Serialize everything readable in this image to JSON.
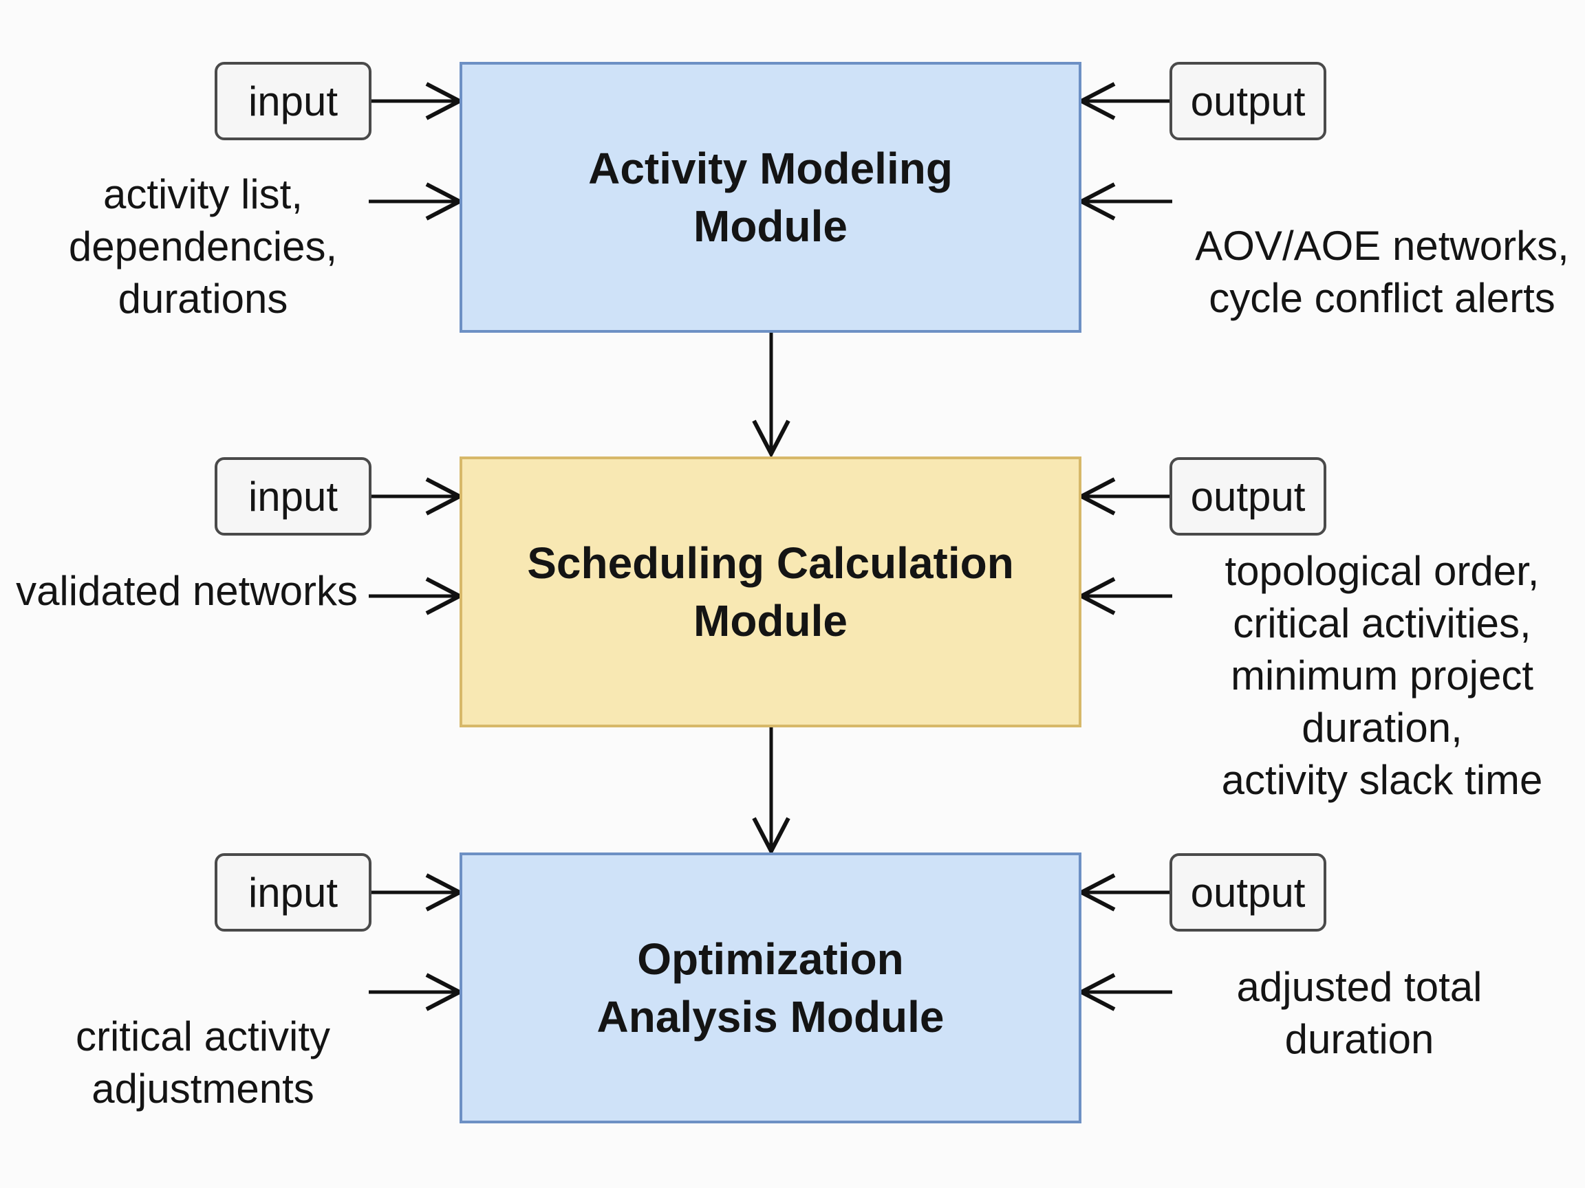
{
  "modules": [
    {
      "title_lines": [
        "Activity Modeling",
        "Module"
      ],
      "color": "#cfe2f8",
      "input_tag": "input",
      "output_tag": "output",
      "inputs_lines": [
        "activity list,",
        "dependencies,",
        "durations"
      ],
      "outputs_lines": [
        "AOV/AOE networks,",
        "cycle conflict alerts"
      ]
    },
    {
      "title_lines": [
        "Scheduling Calculation",
        "Module"
      ],
      "color": "#f8e8b3",
      "input_tag": "input",
      "output_tag": "output",
      "inputs_lines": [
        "validated networks"
      ],
      "outputs_lines": [
        "topological order,",
        "critical activities,",
        "minimum project",
        "duration,",
        "activity slack time"
      ]
    },
    {
      "title_lines": [
        "Optimization",
        "Analysis Module"
      ],
      "color": "#cfe2f8",
      "input_tag": "input",
      "output_tag": "output",
      "inputs_lines": [
        "critical activity",
        "adjustments"
      ],
      "outputs_lines": [
        "adjusted total",
        "duration"
      ]
    }
  ]
}
